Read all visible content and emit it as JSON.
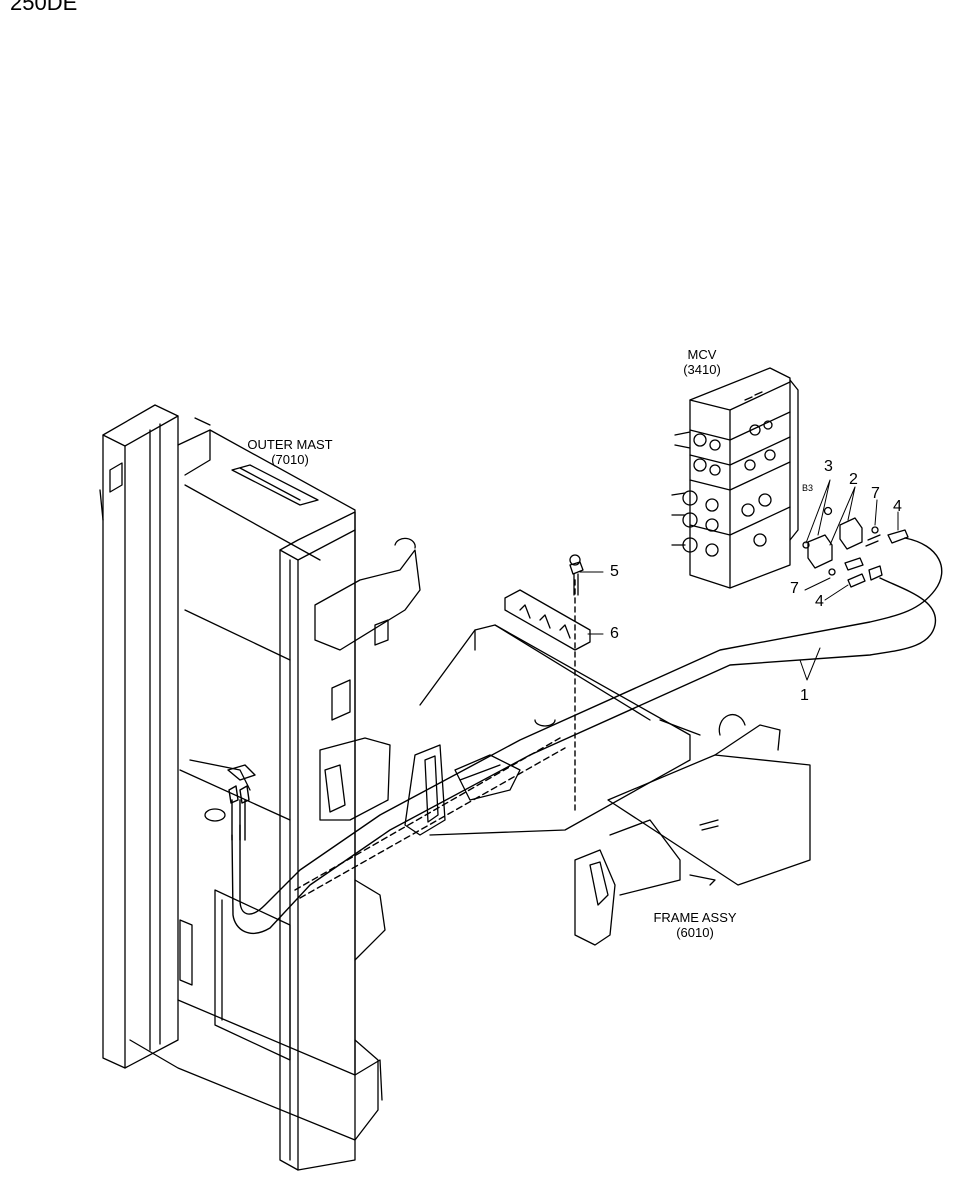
{
  "page": {
    "title": "250DE"
  },
  "components": {
    "mcv": {
      "name": "MCV",
      "code": "(3410)"
    },
    "outer_mast": {
      "name": "OUTER MAST",
      "code": "(7010)"
    },
    "frame_assy": {
      "name": "FRAME ASSY",
      "code": "(6010)"
    },
    "port_label": "B3"
  },
  "callouts": [
    "1",
    "2",
    "3",
    "4",
    "4",
    "5",
    "6",
    "7",
    "7"
  ]
}
